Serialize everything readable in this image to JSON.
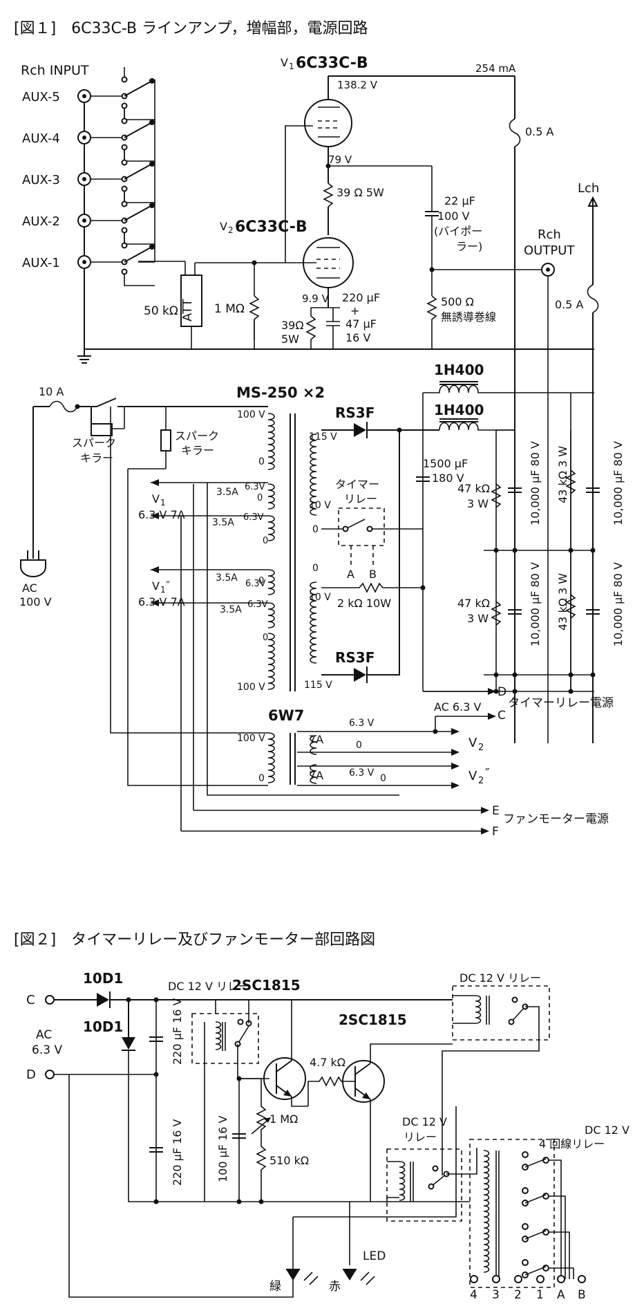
{
  "fig1": {
    "title": "[図１]　6C33C-B ラインアンプ，増幅部，電源回路",
    "input_title": "Rch INPUT",
    "inputs": [
      "AUX-5",
      "AUX-4",
      "AUX-3",
      "AUX-2",
      "AUX-1"
    ],
    "att": "ATT",
    "r_att": "50 kΩ",
    "r_grid": "1 MΩ",
    "v1_prefix": "V",
    "v1_sub": "1",
    "v1_name": "6C33C-B",
    "v2_prefix": "V",
    "v2_sub": "2",
    "v2_name": "6C33C-B",
    "v_plate": "138.2 V",
    "v_mid": "79 V",
    "v_cath": "9.9 V",
    "current": "254 mA",
    "r_mid": "39 Ω  5W",
    "r_cath_1": "39Ω",
    "r_cath_2": "5W",
    "c_cath_1": "220 μF",
    "c_cath_plus": "+",
    "c_cath_2": "47 μF",
    "c_cath_3": "16 V",
    "c_out_1": "22 μF",
    "c_out_2": "100 V",
    "c_out_3": "(バイポー",
    "c_out_4": "ラー)",
    "r_out_1": "500 Ω",
    "r_out_2": "無誘導巻線",
    "fuse_r": "0.5 A",
    "out_1": "Rch",
    "out_2": "OUTPUT",
    "lch": "Lch",
    "fuse_l": "0.5 A",
    "fuse_main": "10 A",
    "spark_1": "スパーク",
    "spark_2": "キラー",
    "spark2_1": "スパーク",
    "spark2_2": "キラー",
    "ac_1": "AC",
    "ac_2": "100 V",
    "trans_main": "MS-250 ×2",
    "t_100v_a": "100 V",
    "t_0_a": "0",
    "t_115v_a": "115 V",
    "t_63_1": "6.3V",
    "t_35_1": "3.5A",
    "t_0_b": "0",
    "t_35_2": "3.5A",
    "t_63_2": "6.3V",
    "t_10v_a": "10 V",
    "t_0_c": "0",
    "t_0_d": "0",
    "t_0_e": "0",
    "t_35_3": "3.5A",
    "t_63_3": "6.3V",
    "t_35_4": "3.5A",
    "t_63_4": "6.3V",
    "t_0_f": "0",
    "t_10v_b": "10 V",
    "t_0_g": "0",
    "t_100v_b": "100 V",
    "t_115v_b": "115 V",
    "v1h_1": "V",
    "v1h_sub": "1",
    "v1h_2": "6.3 V  7A",
    "v1pp_1": "V",
    "v1pp_sub": "1",
    "v1pp_mark": "″",
    "v1pp_2": "6.3 V  7A",
    "rect_top": "RS3F",
    "rect_bot": "RS3F",
    "timer_1": "タイマー",
    "timer_2": "リレー",
    "sw_a": "A",
    "sw_b": "B",
    "r_2k": "2 kΩ  10W",
    "c_1500_1": "1500 μF",
    "c_1500_2": "180 V",
    "choke_1": "1H400",
    "choke_2": "1H400",
    "r_47k_1a": "47 kΩ",
    "r_47k_1b": "3 W",
    "r_47k_2a": "47 kΩ",
    "r_47k_2b": "3 W",
    "c_10000_1": "10,000 μF  80 V",
    "c_10000_2": "10,000 μF  80 V",
    "r_43k_1": "43 kΩ  3 W",
    "r_43k_2": "43 kΩ  3 W",
    "c_10000_3": "10,000 μF  80 V",
    "c_10000_4": "10,000 μF  80 V",
    "trans_heat": "6W7",
    "h_100v": "100 V",
    "h_0": "0",
    "h_7a_1": "7A",
    "h_7a_2": "7A",
    "h_63_top": "6.3 V",
    "h_0_mid": "0",
    "h_63_bot": "6.3 V",
    "h_0_bot": "0",
    "v2_out": "V",
    "v2_out_sub": "2",
    "v2pp_out": "V",
    "v2pp_sub": "2",
    "v2pp_mark": "″",
    "ac63_timer": "AC 6.3 V",
    "term_d": "D",
    "term_c": "C",
    "timer_power": "タイマーリレー電源",
    "term_e": "E",
    "term_f": "F",
    "fan_power": "ファンモーター電源"
  },
  "fig2": {
    "title": "[図２]　タイマーリレー及びファンモーター部回路図",
    "term_c": "C",
    "term_d": "D",
    "ac_1": "AC",
    "ac_2": "6.3 V",
    "diode_1": "10D1",
    "diode_2": "10D1",
    "c_220_1": "220 μF  16 V",
    "c_220_2": "220 μF  16 V",
    "relay_1": "DC 12 V リレー",
    "tr_1": "2SC1815",
    "tr_2": "2SC1815",
    "r_47k": "4.7 kΩ",
    "c_100": "100 μF  16 V",
    "vr_1m": "1 MΩ",
    "r_510k": "510 kΩ",
    "relay_top": "DC 12 V リレー",
    "relay_mid_1": "DC 12 V",
    "relay_mid_2": "リレー",
    "relay4_1": "DC 12 V",
    "relay4_2": "4 回線リレー",
    "led_g": "緑",
    "led_r": "赤",
    "led": "LED",
    "pins": [
      "4",
      "3",
      "2",
      "1",
      "A",
      "B"
    ]
  }
}
